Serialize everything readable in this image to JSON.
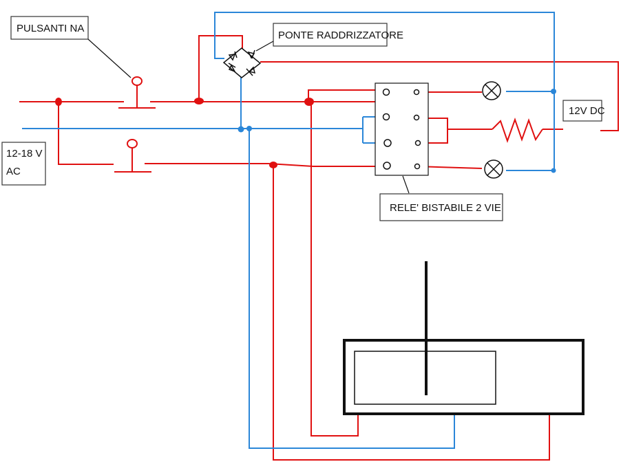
{
  "labels": {
    "pulsanti": "PULSANTI NA",
    "ponte": "PONTE RADDRIZZATORE",
    "rele": "RELE' BISTABILE 2 VIE",
    "dc": "12V DC",
    "ac_line1": "12-18 V",
    "ac_line2": "AC"
  },
  "colors": {
    "red_wire": "#e01010",
    "blue_wire": "#2a86d8",
    "black": "#111111"
  },
  "icons": {
    "bridge": "diode-bridge-icon",
    "lamp": "lamp-icon",
    "resistor": "resistor-icon",
    "pushbutton": "pushbutton-icon"
  }
}
